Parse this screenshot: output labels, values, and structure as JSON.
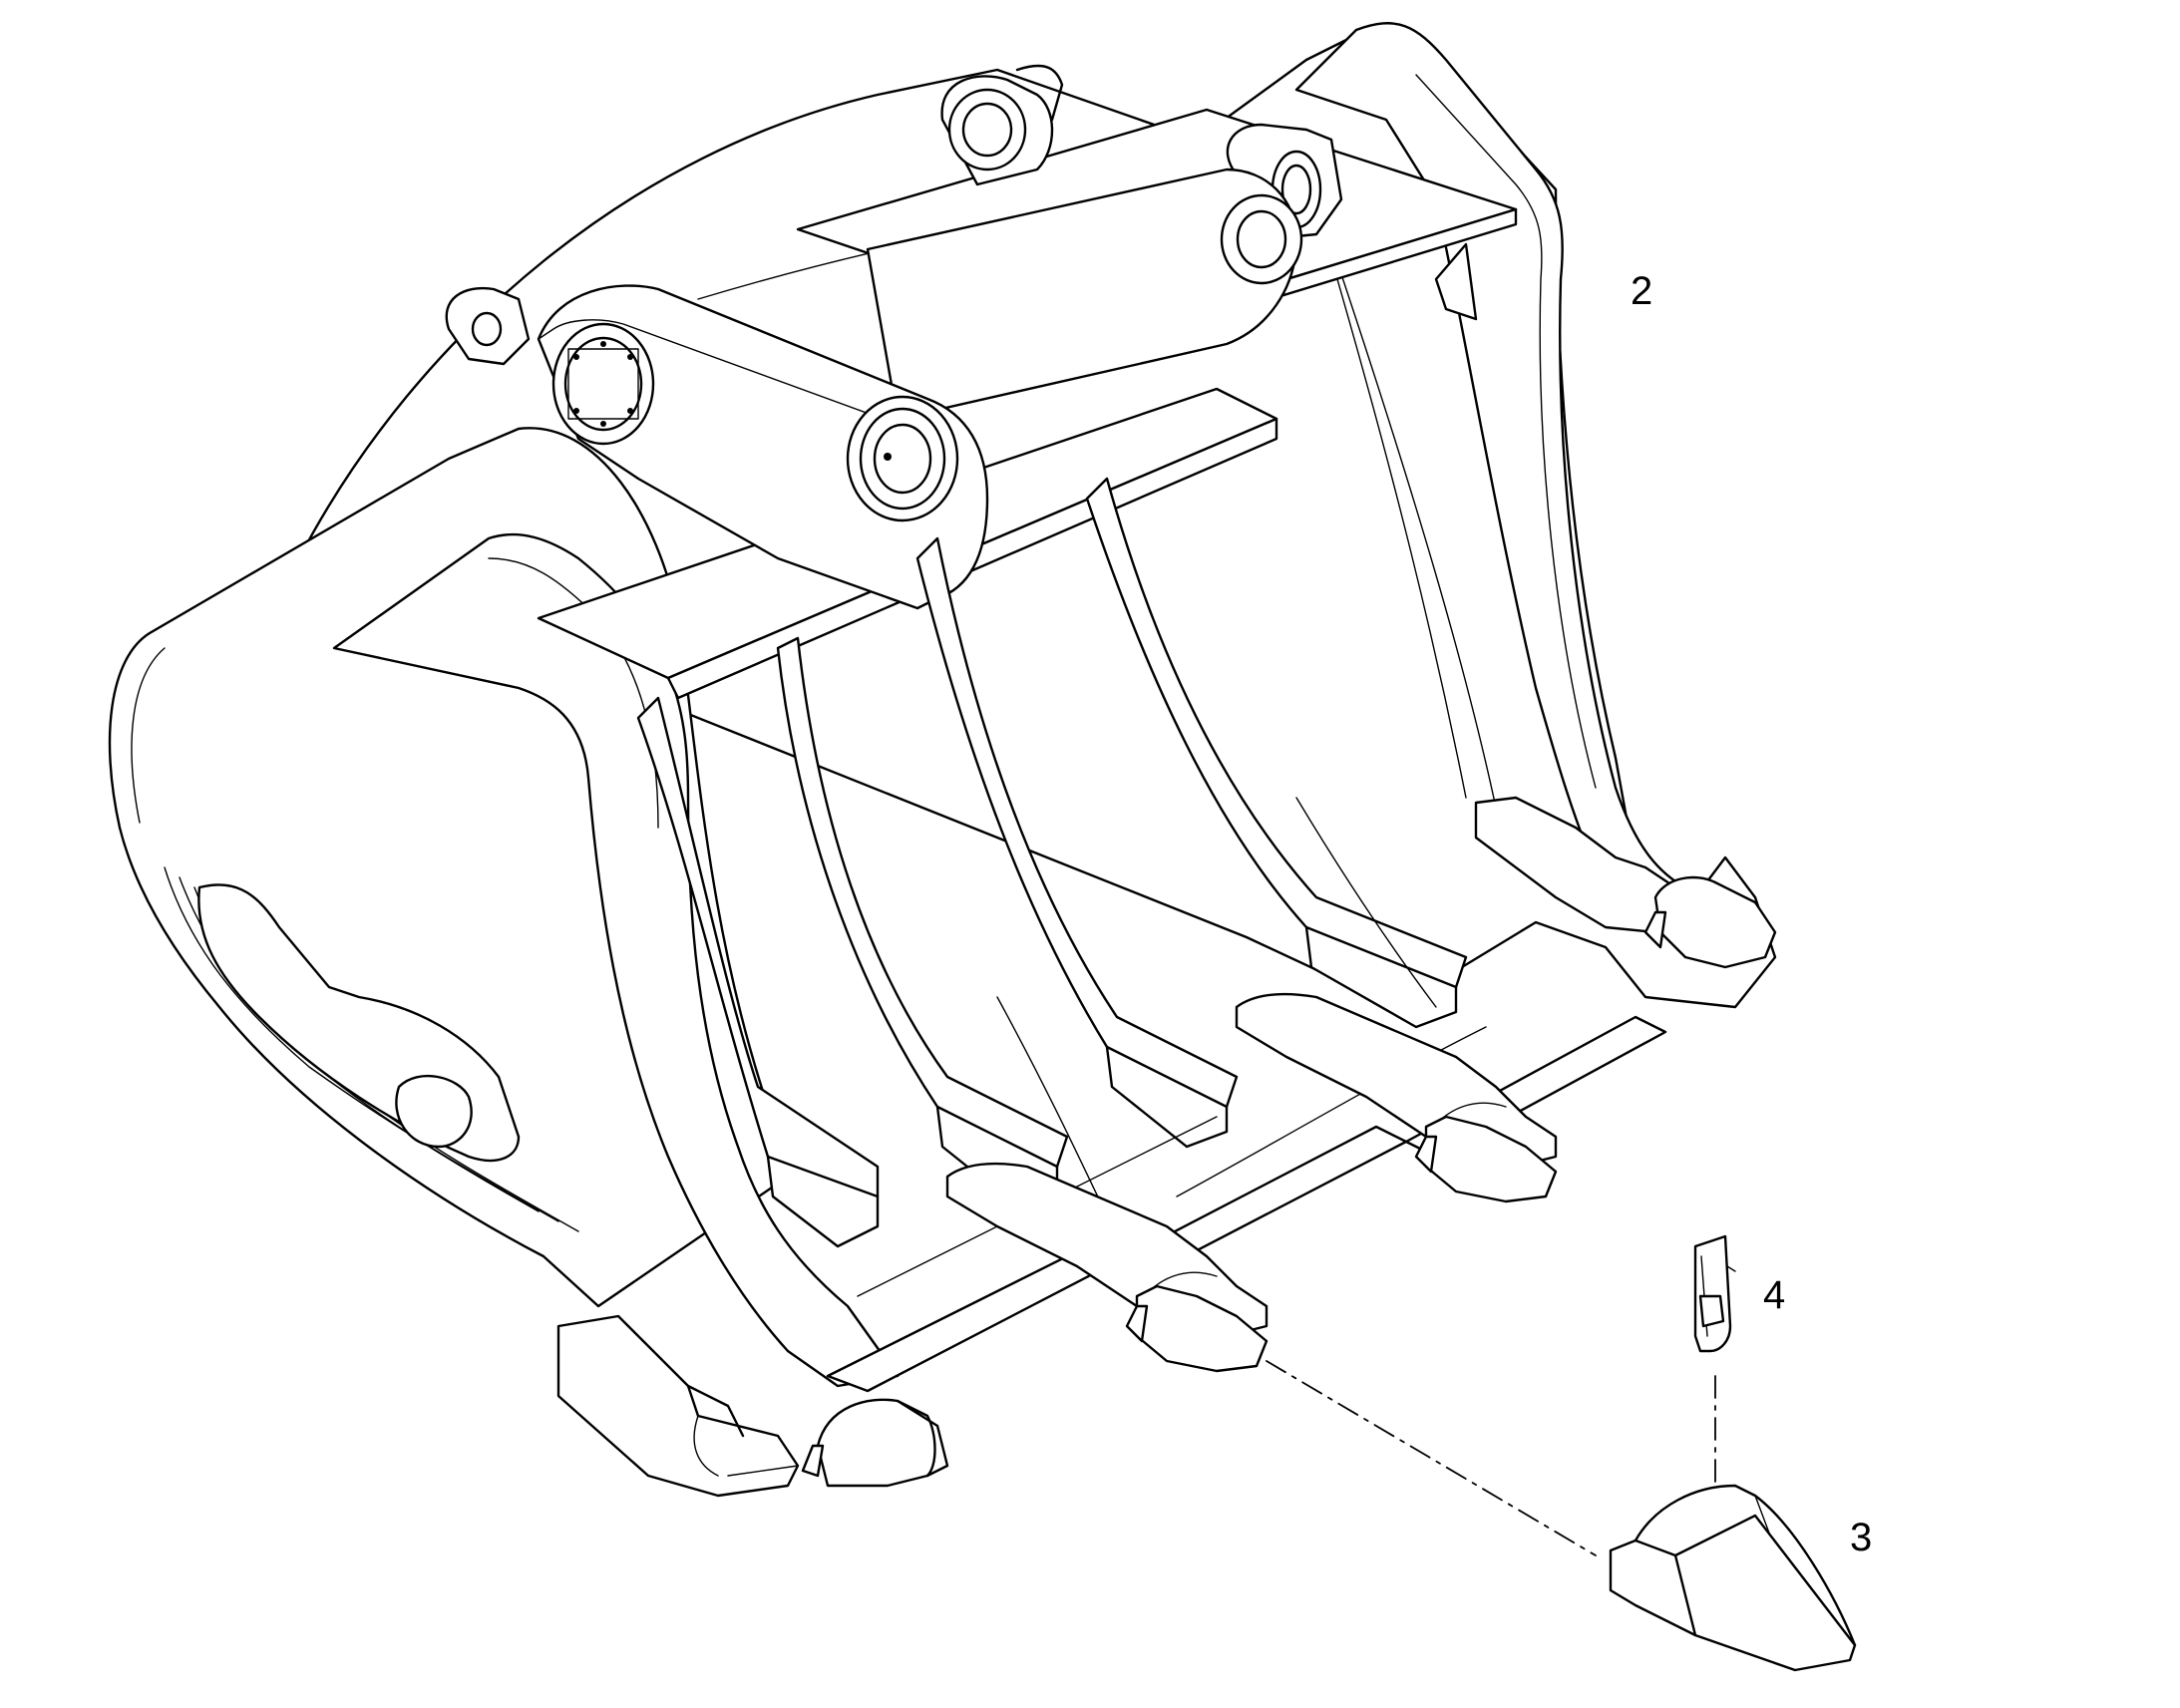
{
  "callouts": {
    "bucket": "2",
    "tooth": "3",
    "retainer_pin": "4"
  },
  "colors": {
    "line": "#000000",
    "background": "#ffffff"
  }
}
